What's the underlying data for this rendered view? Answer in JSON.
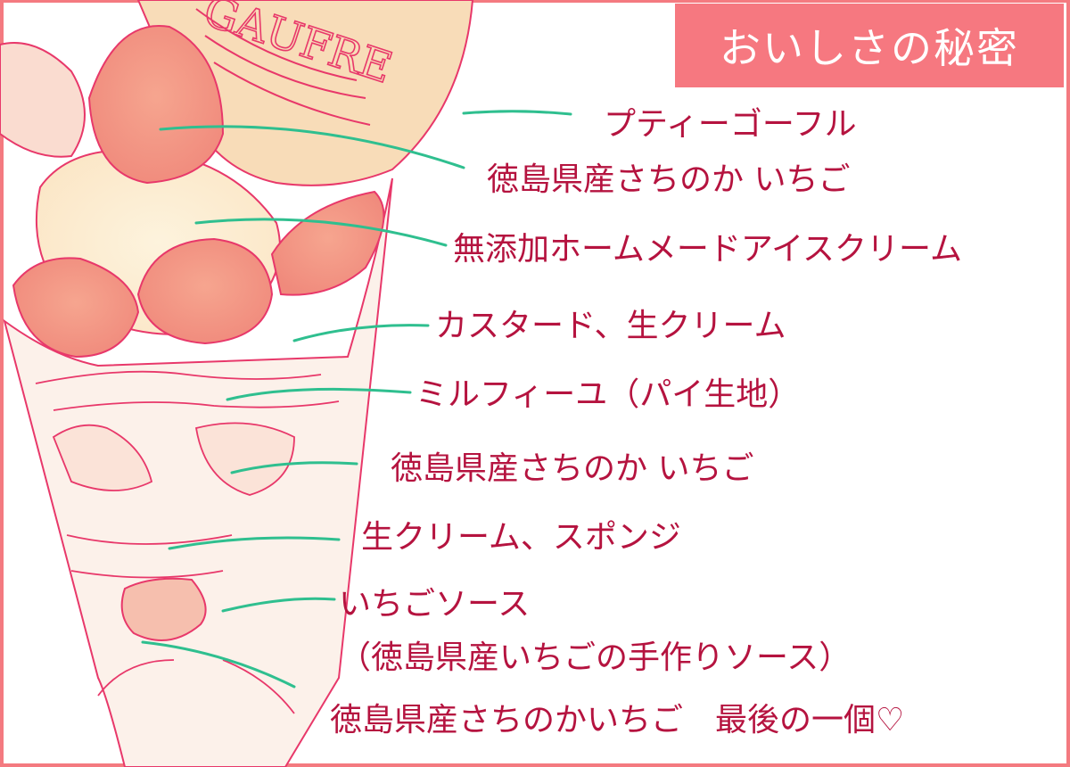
{
  "title": "おいしさの秘密",
  "colors": {
    "border": "#f47a80",
    "title_bg": "#f67880",
    "title_text": "#ffffff",
    "label_text": "#b5133f",
    "leader_line": "#2fbf8f",
    "outline": "#e8386a"
  },
  "illustration": {
    "subject": "strawberry parfait line drawing",
    "waffle_text": "GAUFRE"
  },
  "labels": [
    {
      "text": "プティーゴーフル"
    },
    {
      "text": "徳島県産さちのか いちご"
    },
    {
      "text": "無添加ホームメードアイスクリーム"
    },
    {
      "text": "カスタード、生クリーム"
    },
    {
      "text": "ミルフィーユ（パイ生地）"
    },
    {
      "text": "徳島県産さちのか いちご"
    },
    {
      "text": "生クリーム、スポンジ"
    },
    {
      "text": "いちごソース"
    },
    {
      "text": "（徳島県産いちごの手作りソース）"
    },
    {
      "text": "徳島県産さちのかいちご　最後の一個♡"
    }
  ]
}
